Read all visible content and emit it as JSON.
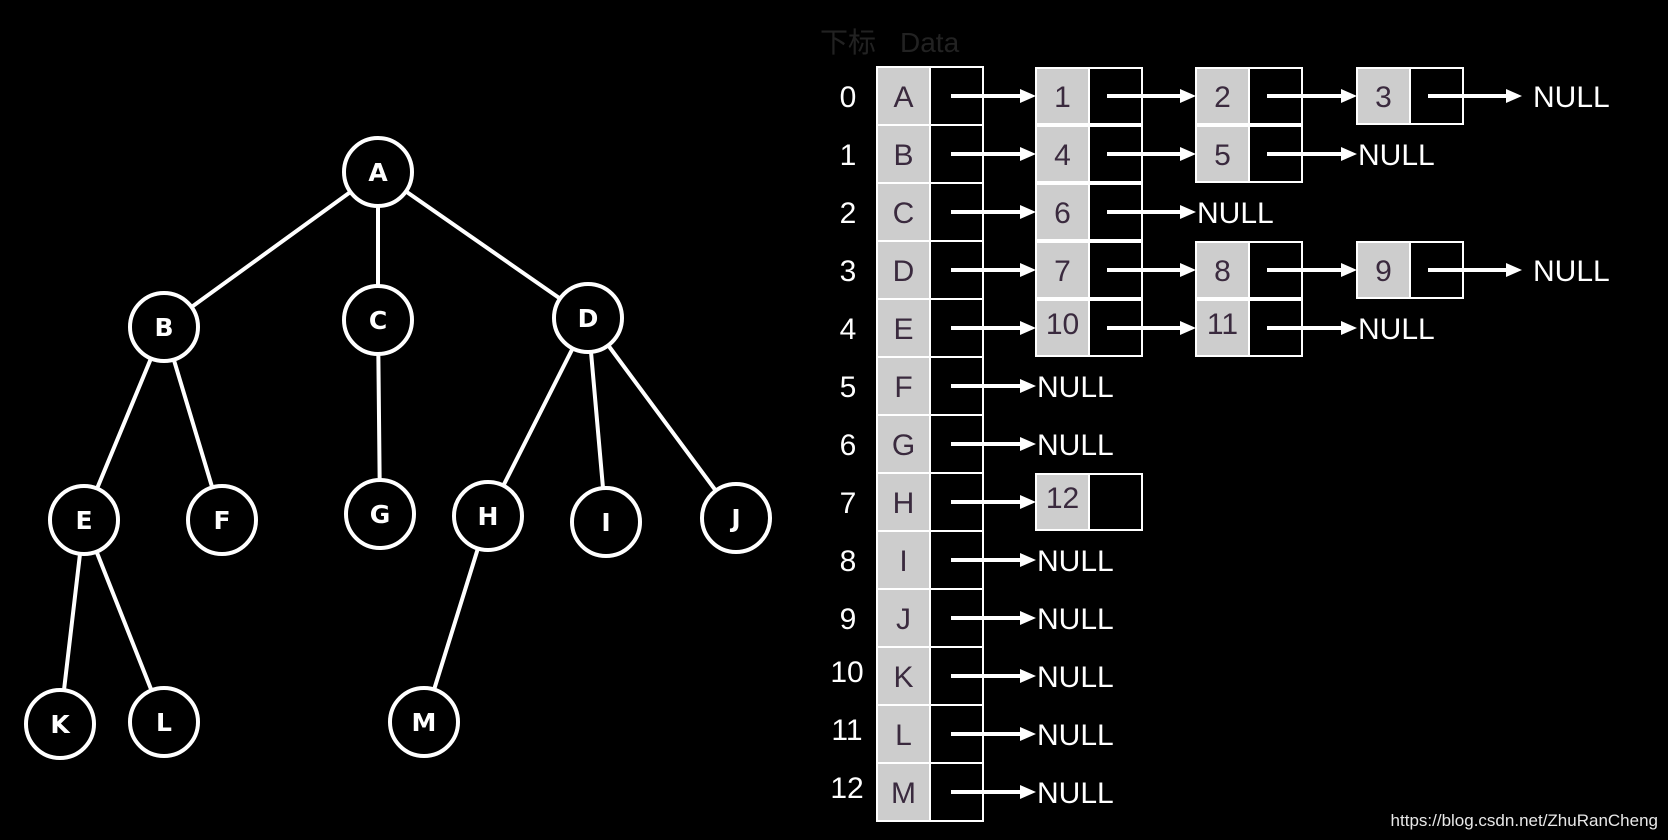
{
  "tree": {
    "nodes": [
      {
        "id": "A",
        "label": "A"
      },
      {
        "id": "B",
        "label": "B"
      },
      {
        "id": "C",
        "label": "C"
      },
      {
        "id": "D",
        "label": "D"
      },
      {
        "id": "E",
        "label": "E"
      },
      {
        "id": "F",
        "label": "F"
      },
      {
        "id": "G",
        "label": "G"
      },
      {
        "id": "H",
        "label": "H"
      },
      {
        "id": "I",
        "label": "I"
      },
      {
        "id": "J",
        "label": "J"
      },
      {
        "id": "K",
        "label": "K"
      },
      {
        "id": "L",
        "label": "L"
      },
      {
        "id": "M",
        "label": "M"
      }
    ],
    "edges": [
      [
        "A",
        "B"
      ],
      [
        "A",
        "C"
      ],
      [
        "A",
        "D"
      ],
      [
        "B",
        "E"
      ],
      [
        "B",
        "F"
      ],
      [
        "C",
        "G"
      ],
      [
        "D",
        "H"
      ],
      [
        "D",
        "I"
      ],
      [
        "D",
        "J"
      ],
      [
        "E",
        "K"
      ],
      [
        "E",
        "L"
      ],
      [
        "H",
        "M"
      ]
    ]
  },
  "table": {
    "header_index": "下标",
    "header_data": "Data",
    "null_label": "NULL",
    "rows": [
      {
        "index": "0",
        "data": "A",
        "children": [
          "1",
          "2",
          "3"
        ]
      },
      {
        "index": "1",
        "data": "B",
        "children": [
          "4",
          "5"
        ]
      },
      {
        "index": "2",
        "data": "C",
        "children": [
          "6"
        ]
      },
      {
        "index": "3",
        "data": "D",
        "children": [
          "7",
          "8",
          "9"
        ]
      },
      {
        "index": "4",
        "data": "E",
        "children": [
          "10",
          "11"
        ]
      },
      {
        "index": "5",
        "data": "F",
        "children": []
      },
      {
        "index": "6",
        "data": "G",
        "children": []
      },
      {
        "index": "7",
        "data": "H",
        "children": [
          "12"
        ],
        "no_null": true
      },
      {
        "index": "8",
        "data": "I",
        "children": []
      },
      {
        "index": "9",
        "data": "J",
        "children": []
      },
      {
        "index": "10",
        "data": "K",
        "children": []
      },
      {
        "index": "11",
        "data": "L",
        "children": []
      },
      {
        "index": "12",
        "data": "M",
        "children": []
      }
    ]
  },
  "watermark": "https://blog.csdn.net/ZhuRanCheng"
}
